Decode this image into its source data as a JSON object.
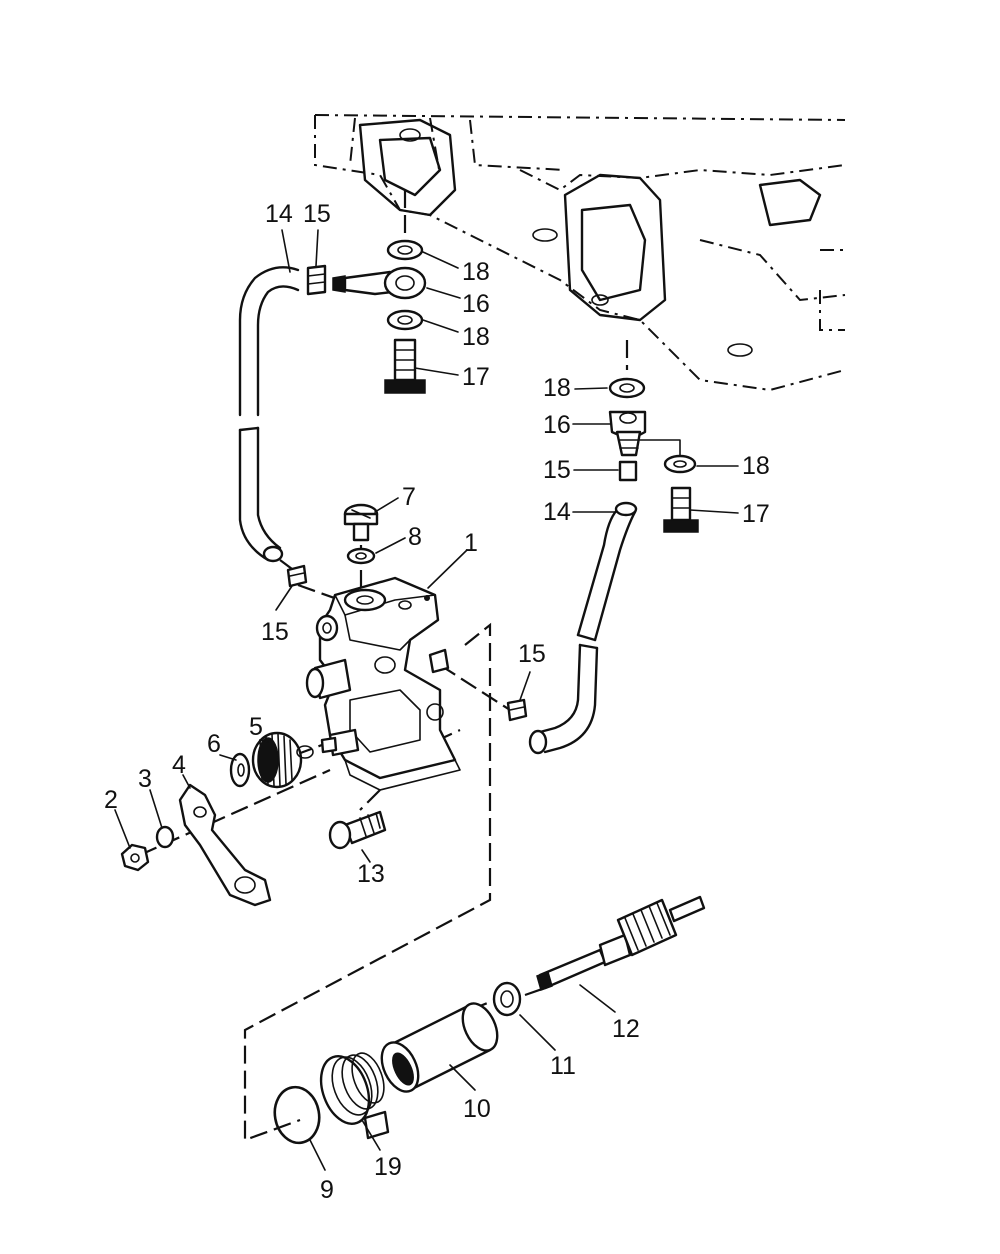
{
  "diagram": {
    "callouts": [
      {
        "id": "c-14-left",
        "text": "14"
      },
      {
        "id": "c-15-top",
        "text": "15"
      },
      {
        "id": "c-18-a",
        "text": "18"
      },
      {
        "id": "c-16-a",
        "text": "16"
      },
      {
        "id": "c-18-b",
        "text": "18"
      },
      {
        "id": "c-17-a",
        "text": "17"
      },
      {
        "id": "c-18-c",
        "text": "18"
      },
      {
        "id": "c-16-b",
        "text": "16"
      },
      {
        "id": "c-18-d",
        "text": "18"
      },
      {
        "id": "c-15-right",
        "text": "15"
      },
      {
        "id": "c-17-b",
        "text": "17"
      },
      {
        "id": "c-14-right",
        "text": "14"
      },
      {
        "id": "c-7",
        "text": "7"
      },
      {
        "id": "c-8",
        "text": "8"
      },
      {
        "id": "c-1",
        "text": "1"
      },
      {
        "id": "c-15-pump-left",
        "text": "15"
      },
      {
        "id": "c-15-pump-right",
        "text": "15"
      },
      {
        "id": "c-2",
        "text": "2"
      },
      {
        "id": "c-3",
        "text": "3"
      },
      {
        "id": "c-4",
        "text": "4"
      },
      {
        "id": "c-6",
        "text": "6"
      },
      {
        "id": "c-5",
        "text": "5"
      },
      {
        "id": "c-13",
        "text": "13"
      },
      {
        "id": "c-12",
        "text": "12"
      },
      {
        "id": "c-11",
        "text": "11"
      },
      {
        "id": "c-10",
        "text": "10"
      },
      {
        "id": "c-19",
        "text": "19"
      },
      {
        "id": "c-9",
        "text": "9"
      }
    ]
  }
}
